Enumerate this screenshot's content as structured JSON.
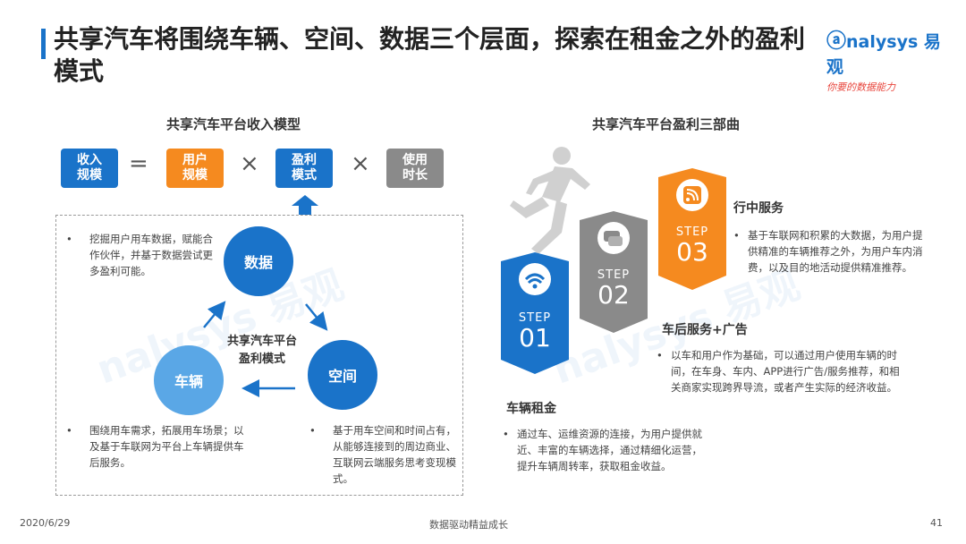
{
  "header": {
    "title": "共享汽车将围绕车辆、空间、数据三个层面，探索在租金之外的盈利模式",
    "logo_main": "nalysys 易观",
    "logo_sub": "你要的数据能力"
  },
  "left": {
    "section_title": "共享汽车平台收入模型",
    "formula": [
      "收入\n规模",
      "用户\n规模",
      "盈利\n模式",
      "使用\n时长"
    ],
    "operators": [
      "=",
      "×",
      "×"
    ],
    "center_label": "共享汽车平台\n盈利模式",
    "circles": {
      "data": "数据",
      "vehicle": "车辆",
      "space": "空间"
    },
    "bullets": {
      "data": "挖掘用户用车数据，赋能合作伙伴，并基于数据尝试更多盈利可能。",
      "vehicle": "围绕用车需求，拓展用车场景；以及基于车联网为平台上车辆提供车后服务。",
      "space": "基于用车空间和时间占有，从能够连接到的周边商业、互联网云端服务思考变现模式。"
    }
  },
  "right": {
    "section_title": "共享汽车平台盈利三部曲",
    "steps": [
      {
        "word": "STEP",
        "num": "01",
        "title": "车辆租金",
        "desc": "通过车、运维资源的连接，为用户提供就近、丰富的车辆选择，通过精细化运营，提升车辆周转率，获取租金收益。"
      },
      {
        "word": "STEP",
        "num": "02",
        "title": "车后服务+广告",
        "desc": "以车和用户作为基础，可以通过用户使用车辆的时间，在车身、车内、APP进行广告/服务推荐，和相关商家实现跨界导流，或者产生实际的经济收益。"
      },
      {
        "word": "STEP",
        "num": "03",
        "title": "行中服务",
        "desc": "基于车联网和积累的大数据，为用户提供精准的车辆推荐之外，为用户车内消费，以及目的地活动提供精准推荐。"
      }
    ]
  },
  "footer": {
    "date": "2020/6/29",
    "center": "数据驱动精益成长",
    "page": "41"
  },
  "colors": {
    "blue": "#1a73c9",
    "light_blue": "#5aa7e6",
    "orange": "#f58a1f",
    "gray": "#8a8a8a"
  }
}
